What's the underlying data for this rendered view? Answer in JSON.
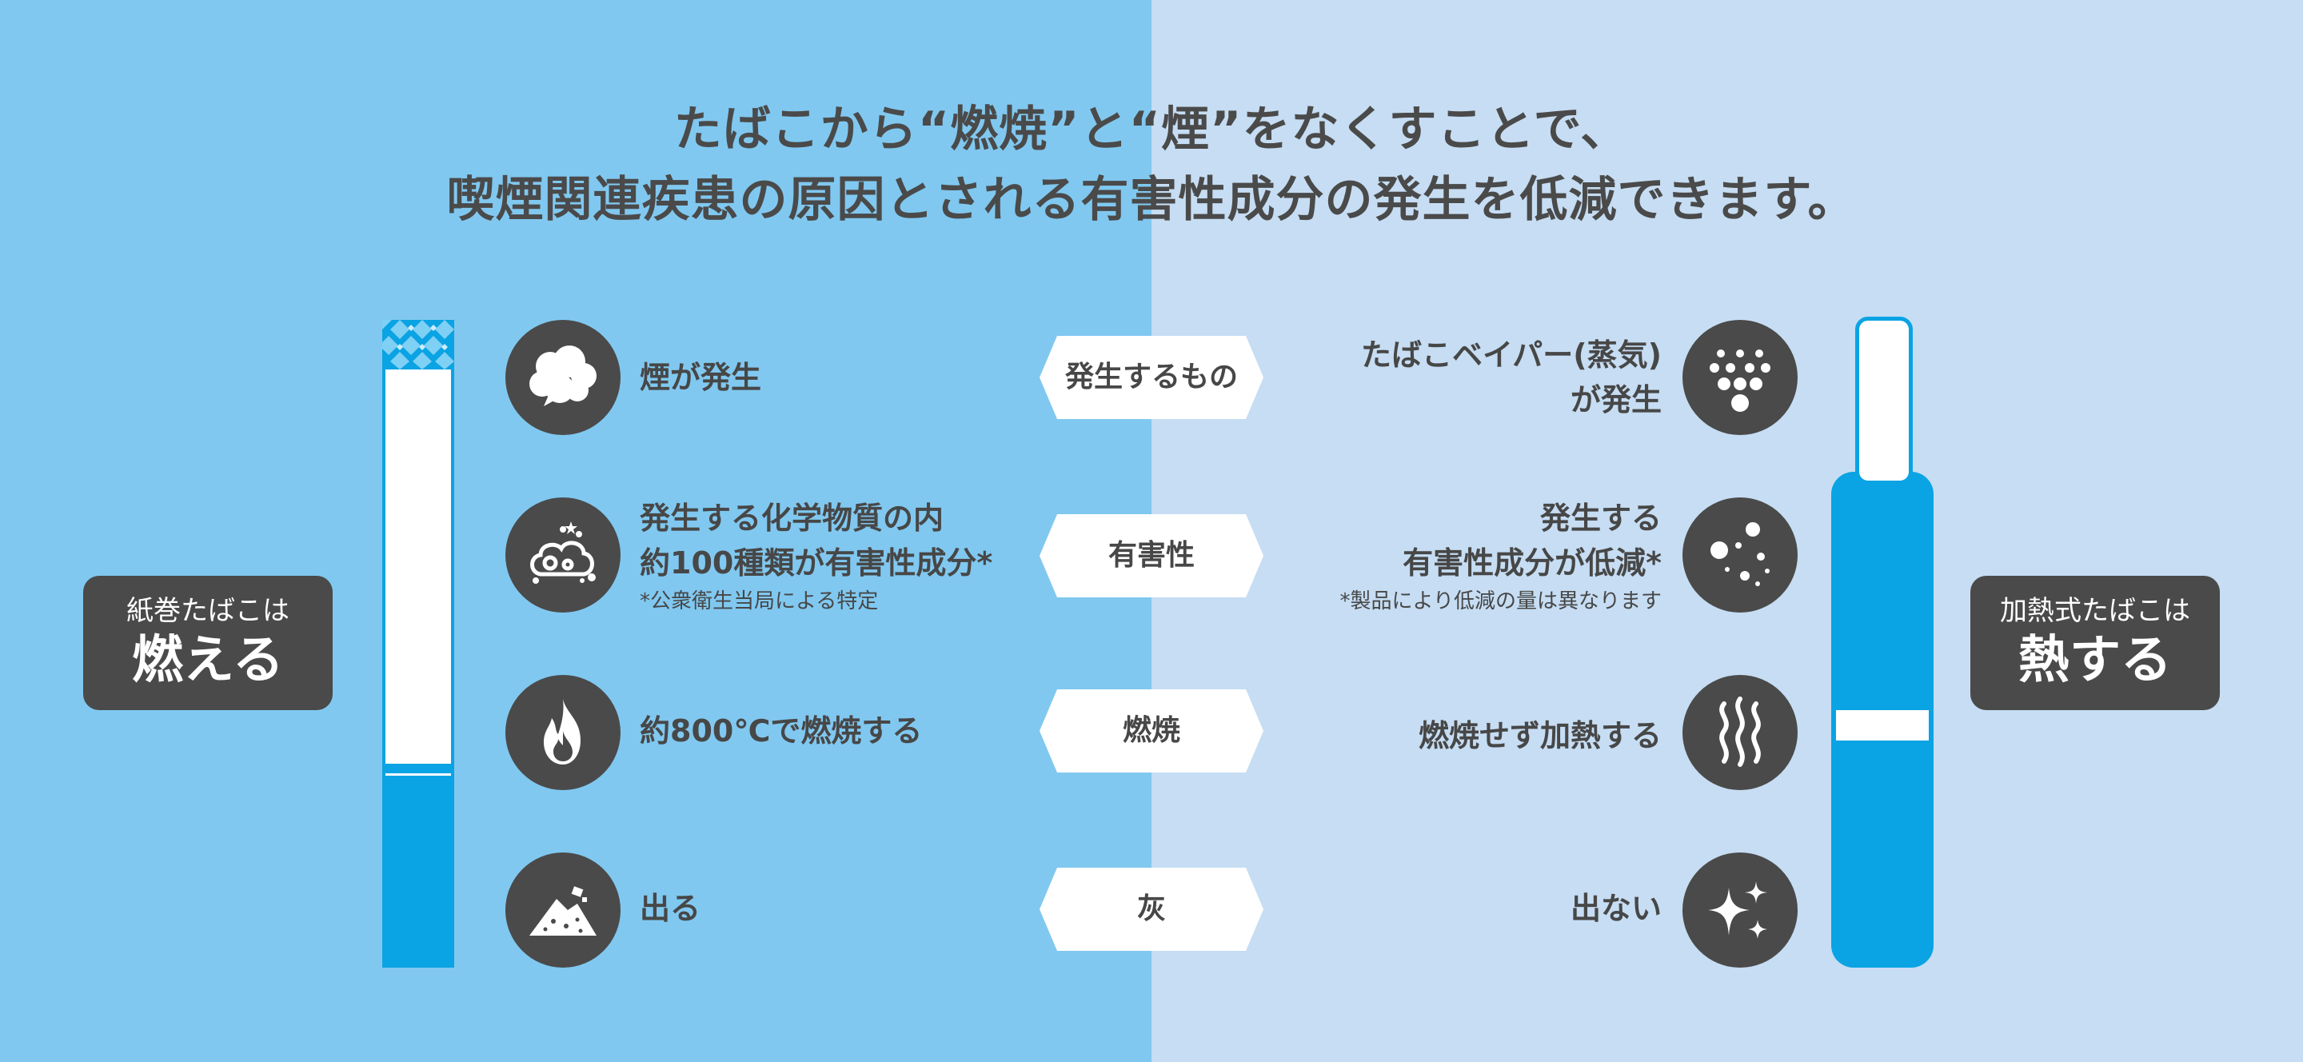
{
  "headline": {
    "line1": "たばこから“燃焼”と“煙”をなくすことで、",
    "line2": "喫煙関連疾患の原因とされる有害性成分の発生を低減できます。"
  },
  "left_badge": {
    "small": "紙巻たばこは",
    "big": "燃える"
  },
  "right_badge": {
    "small": "加熱式たばこは",
    "big": "熱する"
  },
  "categories": [
    "発生するもの",
    "有害性",
    "燃焼",
    "灰"
  ],
  "left_items": [
    {
      "icon": "smoke-cloud-icon",
      "lines": [
        "煙が発生"
      ]
    },
    {
      "icon": "chemicals-icon",
      "lines": [
        "発生する化学物質の内",
        "約100種類が有害性成分*"
      ],
      "note": "*公衆衛生当局による特定"
    },
    {
      "icon": "flame-icon",
      "lines": [
        "約800℃で燃焼する"
      ]
    },
    {
      "icon": "ash-pile-icon",
      "lines": [
        "出る"
      ]
    }
  ],
  "right_items": [
    {
      "icon": "vapor-dots-icon",
      "lines": [
        "たばこベイパー(蒸気)",
        "が発生"
      ]
    },
    {
      "icon": "reduced-particles-icon",
      "lines": [
        "発生する",
        "有害性成分が低減*"
      ],
      "note": "*製品により低減の量は異なります"
    },
    {
      "icon": "heat-waves-icon",
      "lines": [
        "燃焼せず加熱する"
      ]
    },
    {
      "icon": "sparkle-icon",
      "lines": [
        "出ない"
      ]
    }
  ],
  "colors": {
    "left_bg": "#80c8f0",
    "right_bg": "#c6ddf3",
    "blue": "#0aa3e3",
    "dark": "#4a4a4a"
  }
}
